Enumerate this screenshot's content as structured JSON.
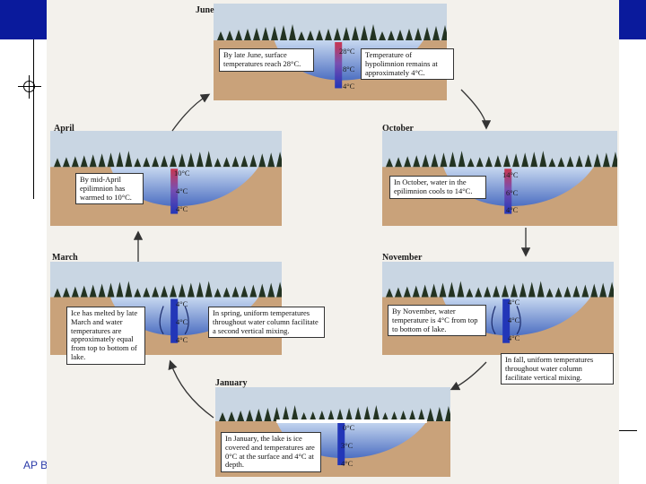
{
  "footer": {
    "text": "AP B"
  },
  "panels": {
    "june": {
      "month": "June",
      "temps": [
        "28°C",
        "8°C",
        "4°C"
      ],
      "callout_left": "By late June, surface temperatures reach 28°C.",
      "callout_right": "Temperature of hypolimnion remains at approximately 4°C."
    },
    "april": {
      "month": "April",
      "temps": [
        "10°C",
        "4°C",
        "4°C"
      ],
      "callout_left": "By mid-April epilimnion has warmed to 10°C."
    },
    "october": {
      "month": "October",
      "temps": [
        "14°C",
        "6°C",
        "4°C"
      ],
      "callout_left": "In October, water in the epilimnion cools to 14°C."
    },
    "march": {
      "month": "March",
      "temps": [
        "4°C",
        "4°C",
        "4°C"
      ],
      "callout_left": "Ice has melted by late March and water temperatures are approximately equal from top to bottom of lake.",
      "callout_right": "In spring, uniform temperatures throughout water column facilitate a second vertical mixing."
    },
    "november": {
      "month": "November",
      "temps": [
        "4°C",
        "4°C",
        "4°C"
      ],
      "callout_left": "By November, water temperature is 4°C from top to bottom of lake.",
      "callout_below": "In fall, uniform temperatures throughout water column facilitate vertical mixing."
    },
    "january": {
      "month": "January",
      "temps": [
        "0°C",
        "3°C",
        "4°C"
      ],
      "callout_left": "In January, the lake is ice covered and temperatures are 0°C at the surface and 4°C at depth."
    }
  },
  "colors": {
    "sky": "#c9d6e3",
    "soil": "#c9a27a",
    "water_top": "#c7d8f0",
    "water_bottom": "#4d6fc2",
    "warm": "#c9364f",
    "cold": "#2236b8",
    "frame_blue": "#0a1a9c"
  }
}
